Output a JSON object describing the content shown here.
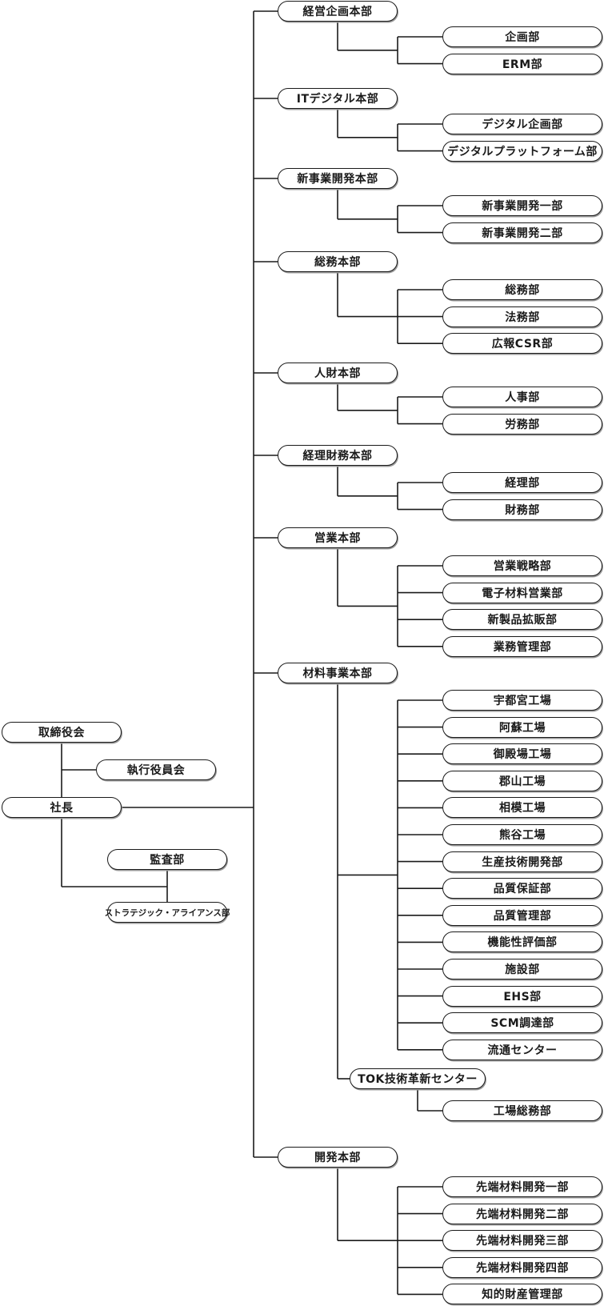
{
  "chart_data": {
    "type": "org-chart",
    "top": {
      "board": "取締役会",
      "president": "社長",
      "executive_committee": "執行役員会",
      "audit": "監査部",
      "strategic": "ストラテジック・アライアンス部"
    },
    "divisions": [
      {
        "name": "経営企画本部",
        "depts": [
          "企画部",
          "ERM部"
        ]
      },
      {
        "name": "ITデジタル本部",
        "depts": [
          "デジタル企画部",
          "デジタルプラットフォーム部"
        ]
      },
      {
        "name": "新事業開発本部",
        "depts": [
          "新事業開発一部",
          "新事業開発二部"
        ]
      },
      {
        "name": "総務本部",
        "depts": [
          "総務部",
          "法務部",
          "広報CSR部"
        ]
      },
      {
        "name": "人財本部",
        "depts": [
          "人事部",
          "労務部"
        ]
      },
      {
        "name": "経理財務本部",
        "depts": [
          "経理部",
          "財務部"
        ]
      },
      {
        "name": "営業本部",
        "depts": [
          "営業戦略部",
          "電子材料営業部",
          "新製品拡販部",
          "業務管理部"
        ]
      },
      {
        "name": "材料事業本部",
        "depts": [
          "宇都宮工場",
          "阿蘇工場",
          "御殿場工場",
          "郡山工場",
          "相模工場",
          "熊谷工場",
          "生産技術開発部",
          "品質保証部",
          "品質管理部",
          "機能性評価部",
          "施設部",
          "EHS部",
          "SCM調達部",
          "流通センター"
        ],
        "center": {
          "name": "TOK技術革新センター",
          "depts": [
            "工場総務部"
          ]
        }
      },
      {
        "name": "開発本部",
        "depts": [
          "先端材料開発一部",
          "先端材料開発二部",
          "先端材料開発三部",
          "先端材料開発四部",
          "知的財産管理部"
        ]
      }
    ]
  }
}
